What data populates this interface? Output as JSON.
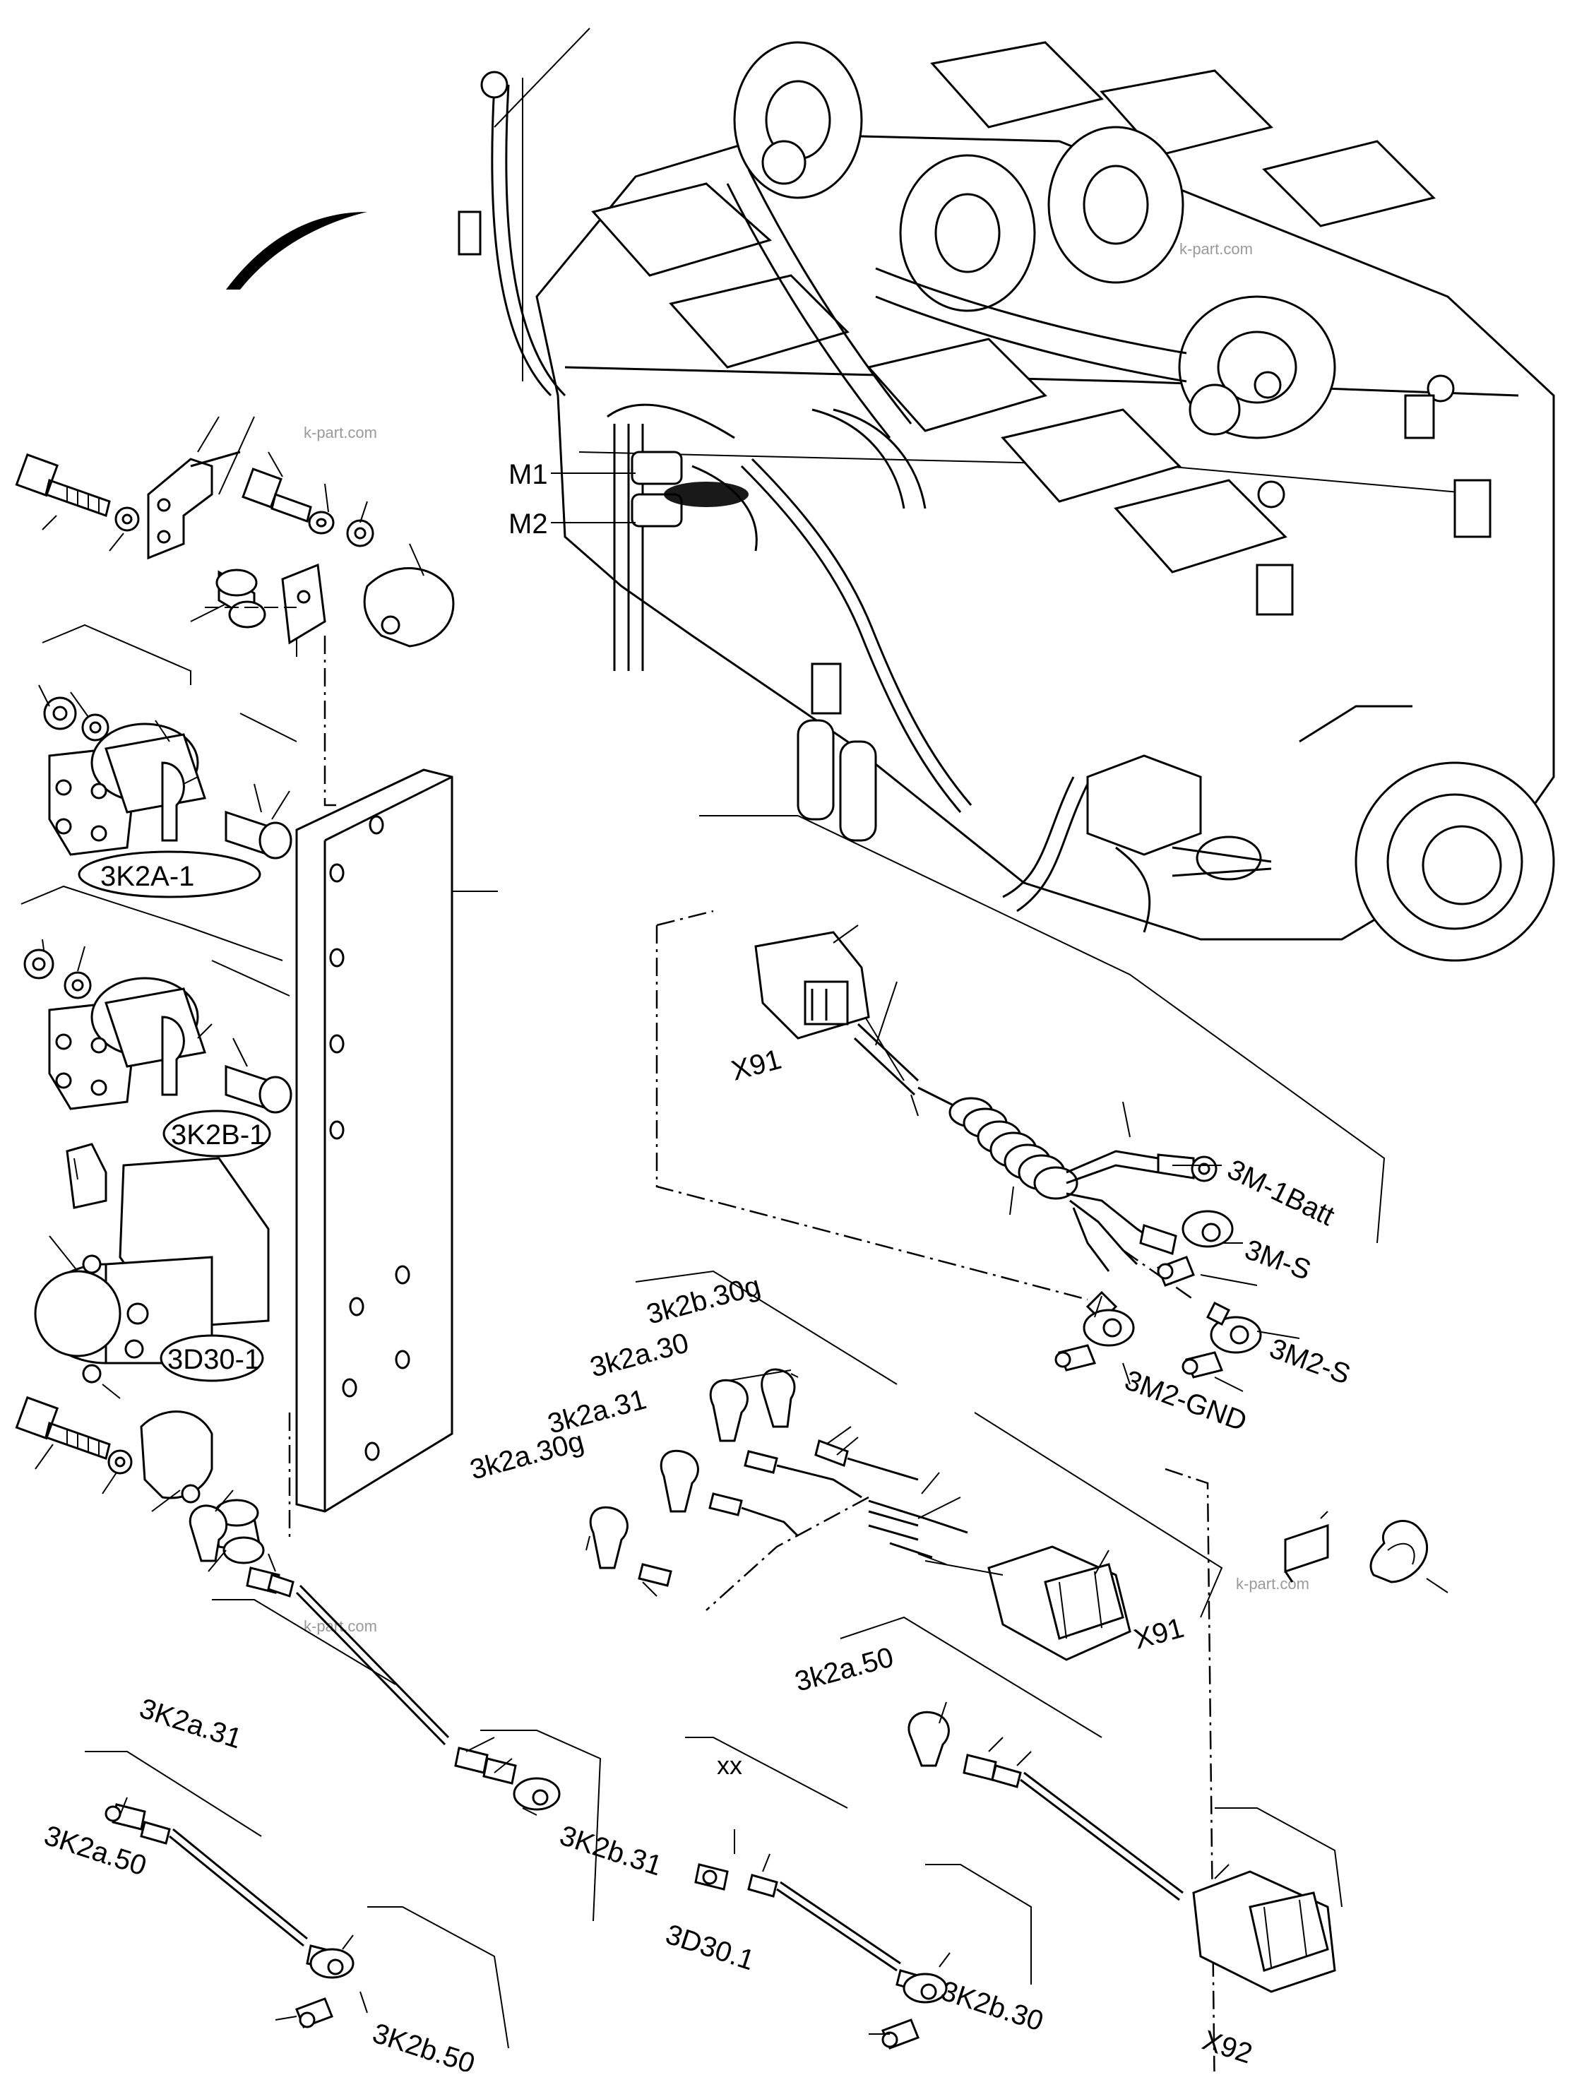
{
  "watermark": "k-part.com",
  "labels": {
    "m1": "M1",
    "m2": "M2",
    "r3k2a1": "3K2A-1",
    "r3k2b1": "3K2B-1",
    "r3d301": "3D30-1",
    "x91_top": "X91",
    "m1batt": "3M-1Batt",
    "ms": "3M-S",
    "m2s": "3M2-S",
    "m2gnd": "3M2-GND",
    "k2b30g": "3k2b.30g",
    "k2a30": "3k2a.30",
    "k2a31": "3k2a.31",
    "k2a30g": "3k2a.30g",
    "x91_mid": "X91",
    "k2a50": "3k2a.50",
    "K2a31": "3K2a.31",
    "K2b31": "3K2b.31",
    "K2a50": "3K2a.50",
    "K2b50": "3K2b.50",
    "xx": "xx",
    "d301": "3D30.1",
    "K2b30": "3K2b.30",
    "x92": "X92"
  }
}
